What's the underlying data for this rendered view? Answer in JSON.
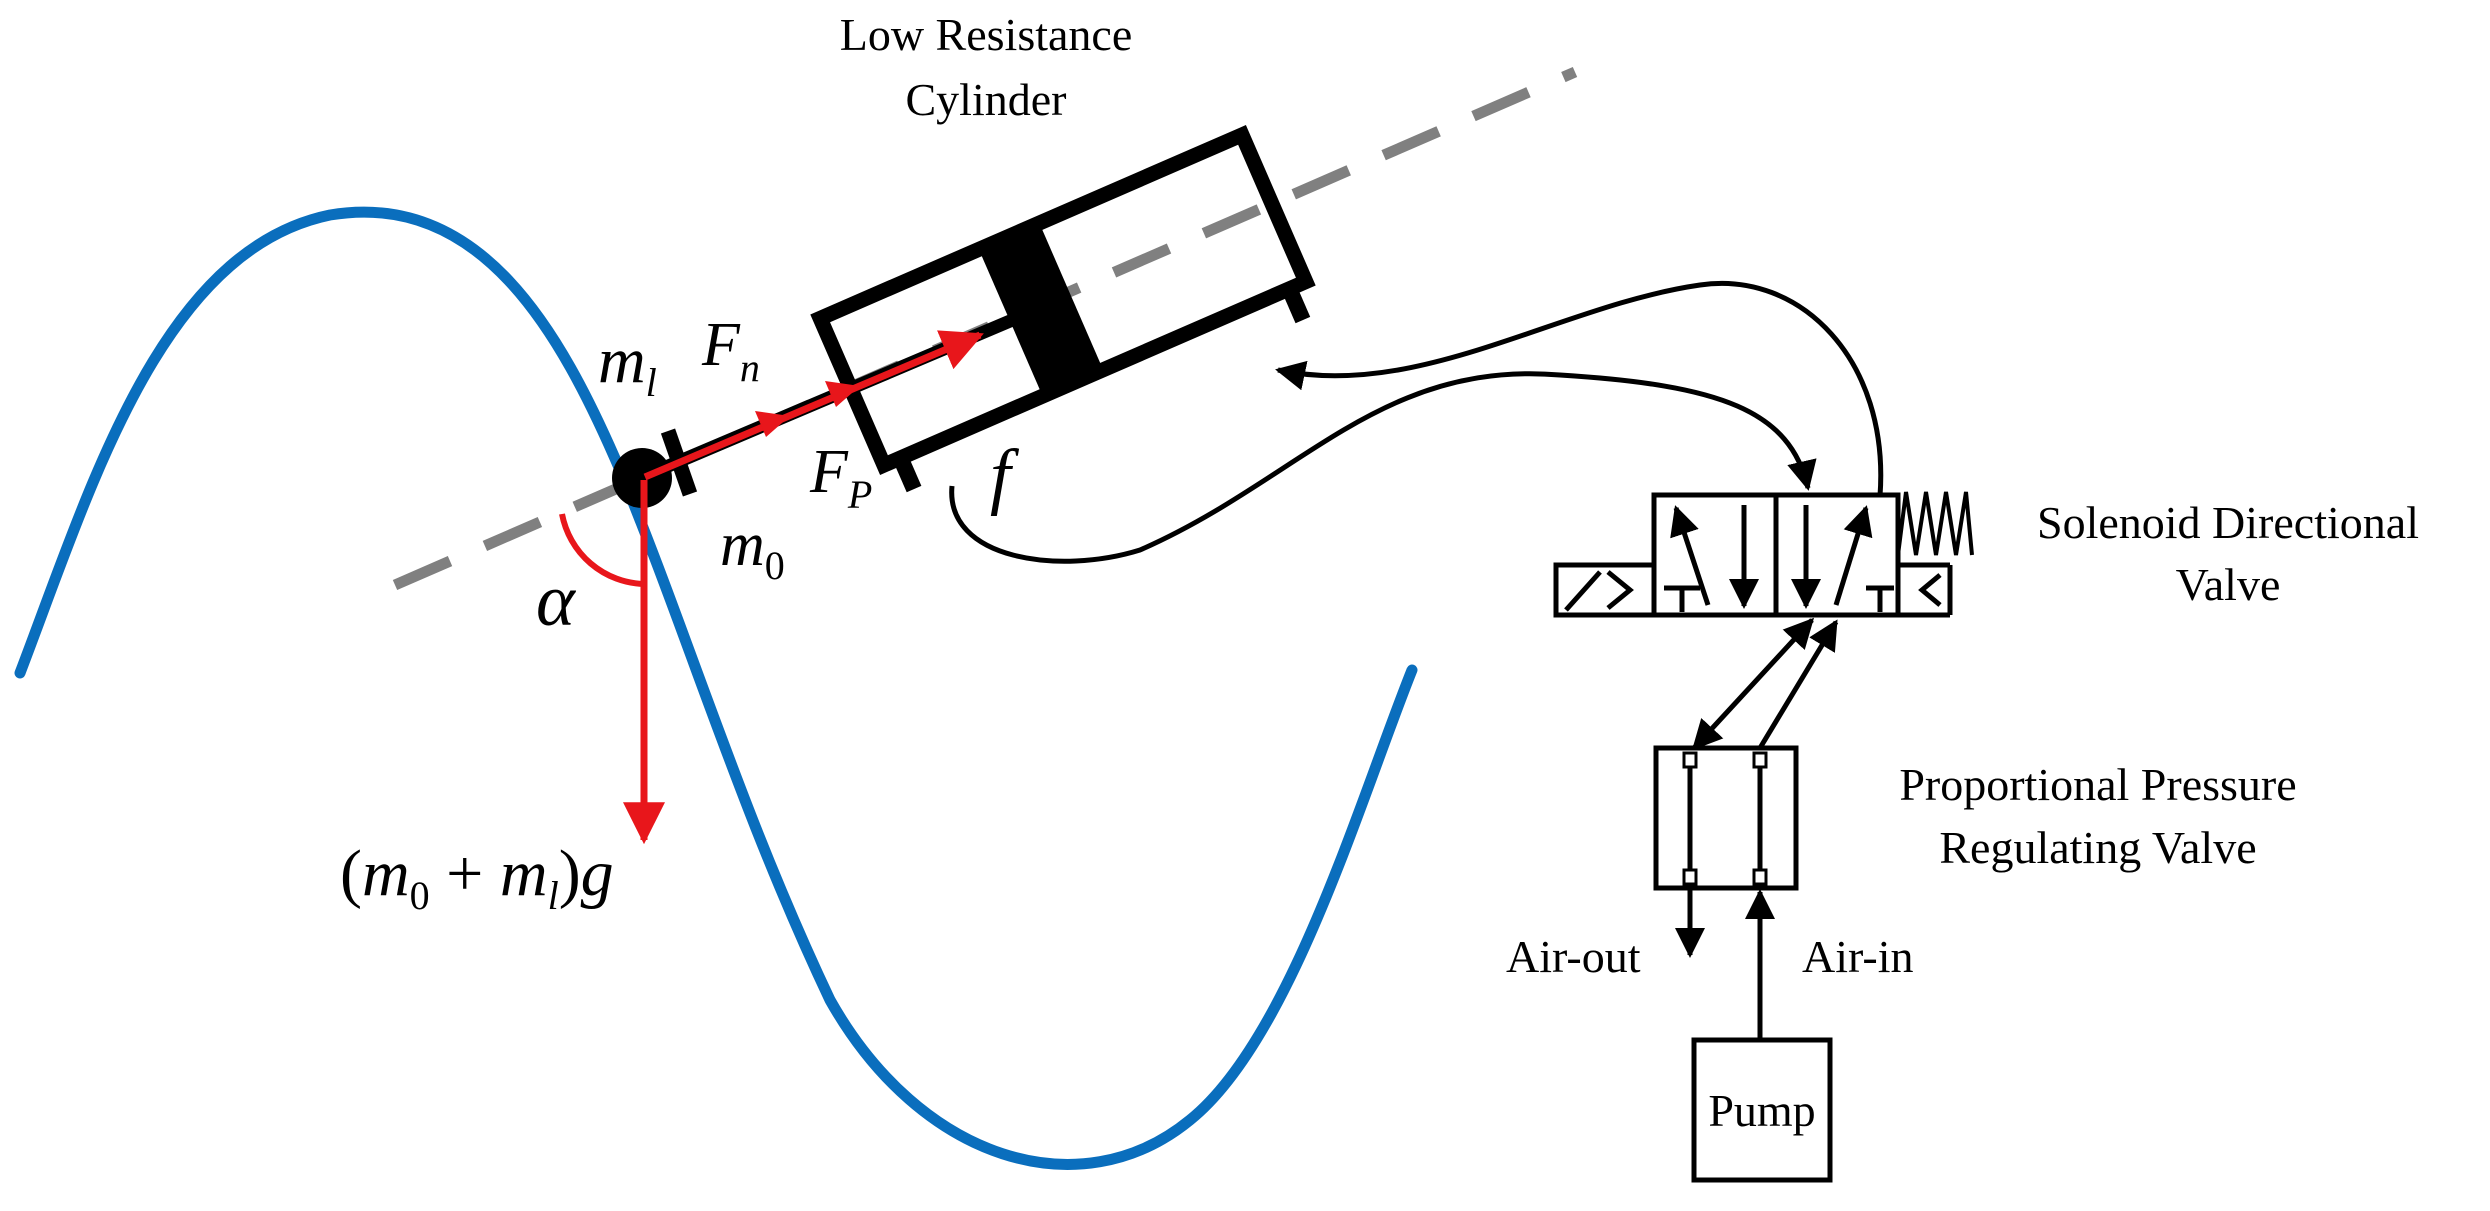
{
  "labels": {
    "cylinder_line1": "Low Resistance",
    "cylinder_line2": "Cylinder",
    "solenoid_line1": "Solenoid Directional",
    "solenoid_line2": "Valve",
    "regulator_line1": "Proportional Pressure",
    "regulator_line2": "Regulating Valve",
    "air_out": "Air-out",
    "air_in": "Air-in",
    "pump": "Pump"
  },
  "symbols": {
    "m_l": {
      "main": "m",
      "sub": "l"
    },
    "F_n": {
      "main": "F",
      "sub": "n"
    },
    "F_P": {
      "main": "F",
      "sub": "P"
    },
    "f": "f",
    "m_0": {
      "main": "m",
      "sub": "0"
    },
    "alpha": "α",
    "gravity": {
      "open": "(",
      "m0": "m",
      "sub0": "0",
      "plus": " + ",
      "ml": "m",
      "subl": "l",
      "close": ")",
      "g": "g"
    }
  },
  "colors": {
    "curve": "#0a6ebd",
    "force": "#e8161b",
    "axis": "#808080",
    "ink": "#000000"
  }
}
